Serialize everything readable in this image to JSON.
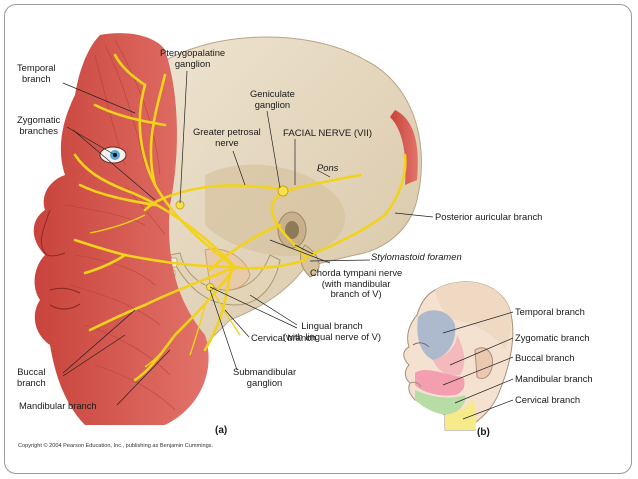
{
  "figure_a": {
    "tag": "(a)",
    "labels": {
      "temporal": "Temporal\nbranch",
      "zygomatic": "Zygomatic\nbranches",
      "pterygopalatine": "Pterygopalatine\nganglion",
      "geniculate": "Geniculate\nganglion",
      "greater_petrosal": "Greater petrosal\nnerve",
      "facial_nerve": "FACIAL NERVE (VII)",
      "pons": "Pons",
      "posterior_auricular": "Posterior auricular branch",
      "stylomastoid": "Stylomastoid foramen",
      "chorda_tympani": "Chorda tympani nerve\n(with mandibular\nbranch of V)",
      "lingual": "Lingual branch\n(with lingual nerve of V)",
      "cervical": "Cervical branch",
      "submandibular": "Submandibular\nganglion",
      "buccal": "Buccal\nbranch",
      "mandibular": "Mandibular branch"
    }
  },
  "figure_b": {
    "tag": "(b)",
    "labels": {
      "temporal": "Temporal branch",
      "zygomatic": "Zygomatic branch",
      "buccal": "Buccal branch",
      "mandibular": "Mandibular branch",
      "cervical": "Cervical branch"
    }
  },
  "copyright": "Copyright © 2004 Pearson Education, Inc., publishing as Benjamin Cummings.",
  "colors": {
    "muscle": "#d9534a",
    "skull": "#e9dcc4",
    "nerve": "#f2d21b",
    "temporal_region": "#a9b6cc",
    "zygomatic_region": "#f3b9bd",
    "buccal_region": "#f49fb0",
    "mandibular_region": "#b7dca6",
    "cervical_region": "#f7ea8a"
  }
}
